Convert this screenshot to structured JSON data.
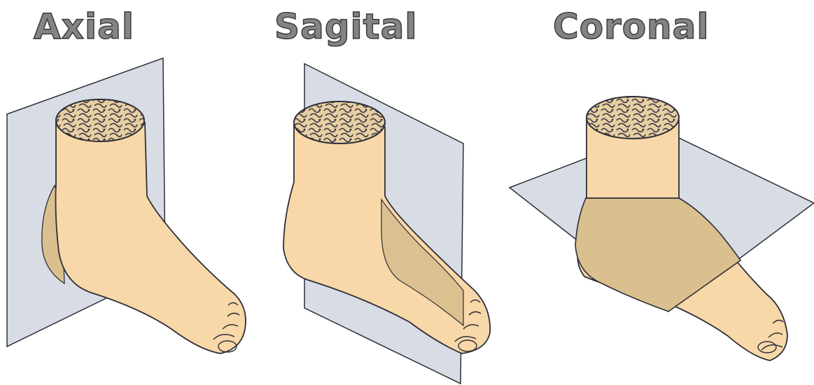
{
  "labels": {
    "axial": "Axial",
    "sagital": "Sagital",
    "coronal": "Coronal"
  },
  "colors": {
    "skin": "#f8d8a8",
    "skin_shadow": "#d9c08e",
    "plane": "#d8dce4",
    "outline": "#2e2e38",
    "label": "#848484"
  }
}
